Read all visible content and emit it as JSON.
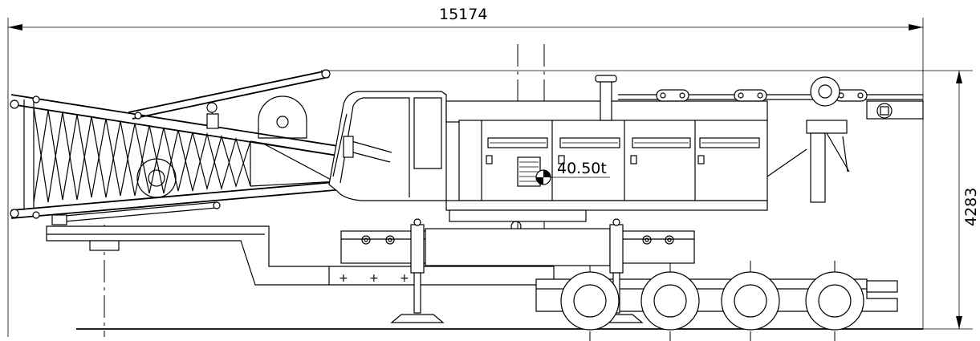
{
  "dimensions": {
    "overall_length": "15174",
    "overall_height": "4283"
  },
  "weight_label": "40.50t"
}
